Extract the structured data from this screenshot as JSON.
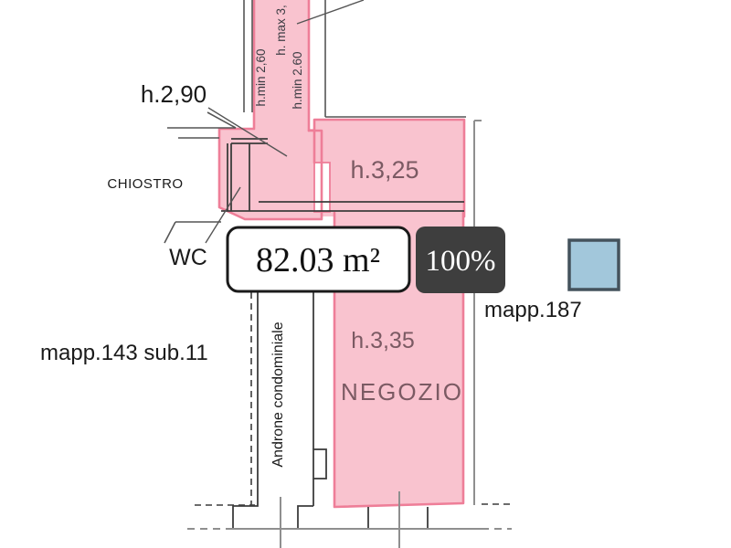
{
  "plan": {
    "labels": {
      "h290": "h.2,90",
      "chiostro": "CHIOSTRO",
      "wc": "WC",
      "h325": "h.3,25",
      "h335": "h.3,35",
      "negozio": "NEGOZIO",
      "mapp143": "mapp.143 sub.11",
      "mapp187": "mapp.187",
      "androne": "Androne condominiale",
      "corr_left": "h.min 2,60",
      "corr_mid": "h. max 3,",
      "corr_right": "h.min 2.60"
    },
    "badges": {
      "area": "82.03 m²",
      "percent": "100%"
    }
  },
  "colors": {
    "pink": "#f9c3cf",
    "pink_border": "#ee7e98",
    "wall": "#555555",
    "wall_dark": "#3c3c3c",
    "wall_light": "#8f8f8f",
    "badge_dark_bg": "#3e3e3e",
    "badge_border": "#1a1a1a",
    "room_text": "#7b5a63",
    "blue_fill": "#a2c7db",
    "blue_border": "#44525c",
    "text": "#1a1a1a",
    "corridor_text": "#3d3d44"
  }
}
